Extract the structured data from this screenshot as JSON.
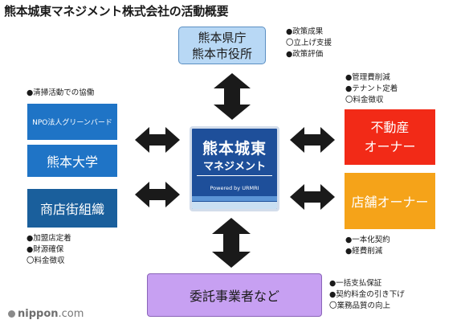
{
  "title": "熊本城東マネジメント株式会社の活動概要",
  "colors": {
    "gov": "#b8d8f5",
    "blue_box": "#1f74c6",
    "dark_box": "#1a5f9c",
    "red_box": "#f22a17",
    "orange_box": "#f5a319",
    "purple_box": "#c7a0f2",
    "center": "#1e4f9a",
    "arrow": "#1a1a1a"
  },
  "gov_box": {
    "line1": "熊本県庁",
    "line2": "熊本市役所"
  },
  "gov_notes": [
    "●政策成果",
    "〇立上げ支援",
    "●政策評価"
  ],
  "left_notes_top": [
    "●清掃活動での協働"
  ],
  "npo_box": "NPO法人グリーンバード",
  "univ_box": "熊本大学",
  "shops_box": "商店街組織",
  "left_notes_bottom": [
    "●加盟店定着",
    "●財源確保",
    "〇料金徴収"
  ],
  "center_logo": {
    "line1": "熊本城東",
    "line2": "マネジメント",
    "powered": "Powered by URMRI"
  },
  "right_notes_top": [
    "●管理費削減",
    "●テナント定着",
    "〇料金徴収"
  ],
  "realestate_box": {
    "line1": "不動産",
    "line2": "オーナー"
  },
  "store_box": "店舗オーナー",
  "right_notes_bottom": [
    "●一本化契約",
    "●経費削減"
  ],
  "contractor_box": "委託事業者など",
  "contractor_notes": [
    "●一括支払保証",
    "●契約料金の引き下げ",
    "〇業務品質の向上"
  ],
  "footer": {
    "brand": "nippon",
    "suffix": ".com"
  }
}
